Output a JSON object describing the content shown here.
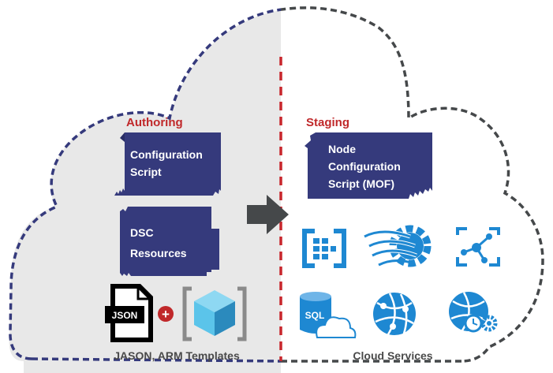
{
  "sections": {
    "authoring": {
      "title": "Authoring"
    },
    "staging": {
      "title": "Staging"
    }
  },
  "documents": {
    "configuration_script": {
      "line1": "Configuration",
      "line2": "Script"
    },
    "dsc_resources": {
      "line1": "DSC",
      "line2": "Resources"
    },
    "node_configuration_script": {
      "line1": "Node",
      "line2": "Configuration",
      "line3": "Script (MOF)"
    }
  },
  "icons": {
    "json_file": {
      "label": "JSON"
    },
    "plus": {
      "symbol": "+"
    },
    "sql_database": {
      "label": "SQL"
    }
  },
  "captions": {
    "left": "JASON, ARM Templates",
    "right": "Cloud Services"
  },
  "colors": {
    "navy": "#353A7C",
    "red_title": "#C0282A",
    "divider": "#C8262C",
    "arrow": "#45484A",
    "azure_blue": "#1E88D2",
    "cube_light": "#5BC4EA",
    "cube_dark": "#2B8ABD",
    "gray_region": "#E8E8E8",
    "caption_text": "#4A4A4A"
  }
}
